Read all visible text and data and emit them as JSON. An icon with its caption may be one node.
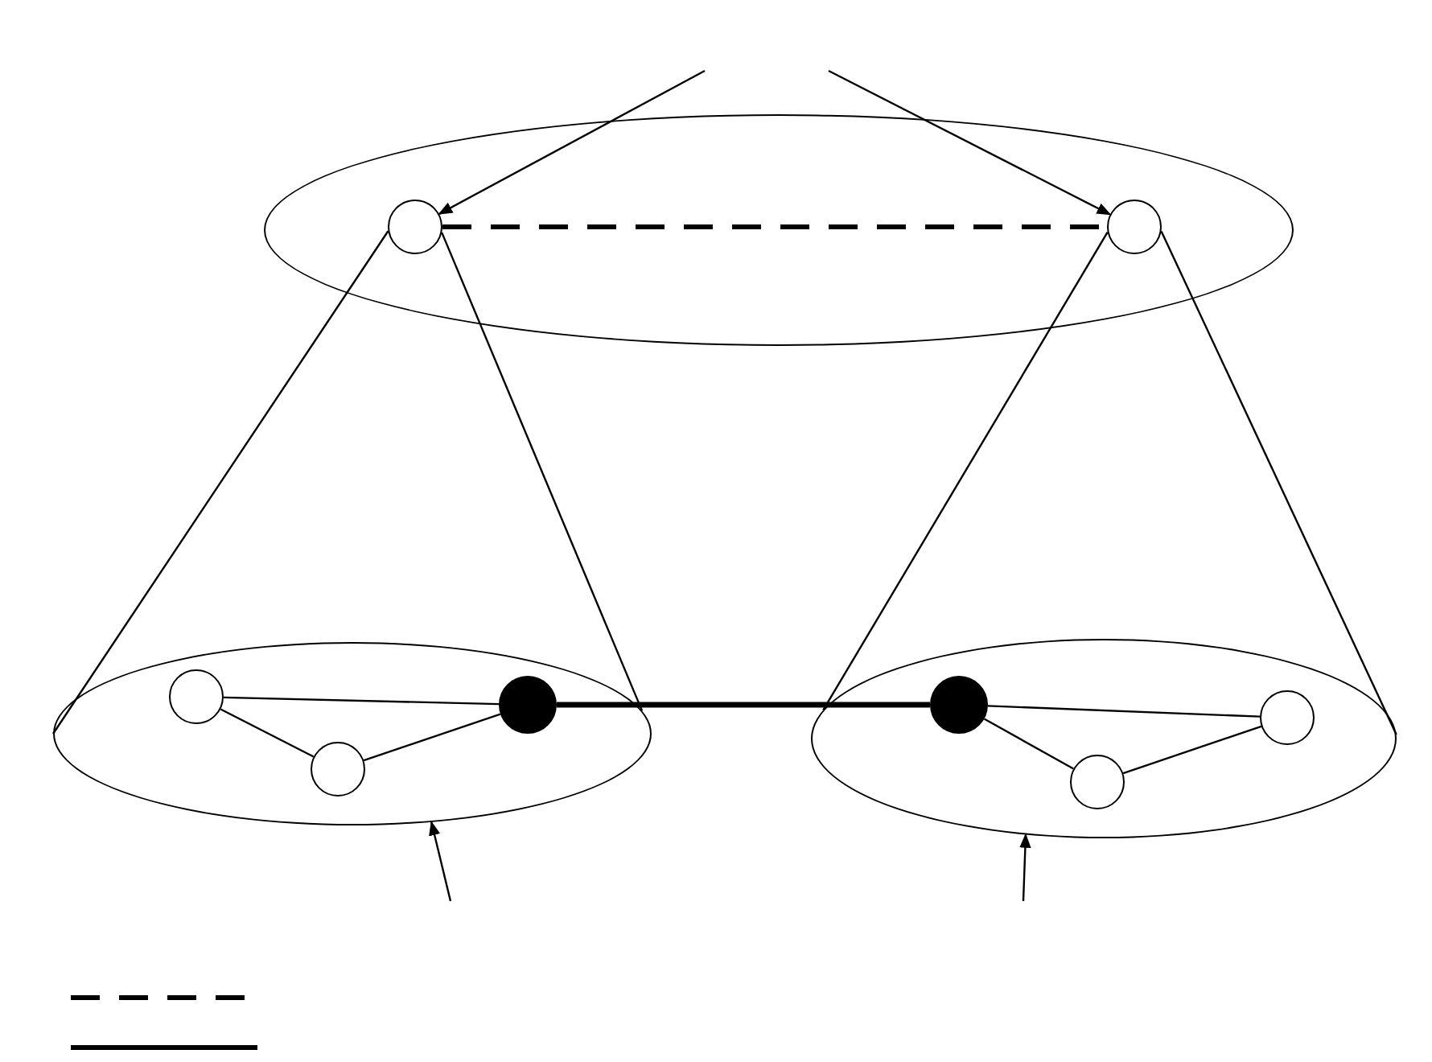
{
  "diagram": {
    "nodes": [
      {
        "text": [],
        "shape": "ellipse"
      },
      {
        "text": [],
        "shape": "circle",
        "in": 0
      },
      {
        "text": [],
        "shape": "circle",
        "in": 0
      },
      {
        "text": [],
        "shape": "ellipse"
      },
      {
        "text": [],
        "shape": "circle",
        "in": 3
      },
      {
        "text": [],
        "shape": "circle",
        "in": 3
      },
      {
        "text": [],
        "shape": "dot",
        "in": 3
      },
      {
        "text": [],
        "shape": "ellipse"
      },
      {
        "text": [],
        "shape": "dot",
        "in": 7
      },
      {
        "text": [],
        "shape": "circle",
        "in": 7
      },
      {
        "text": [],
        "shape": "circle",
        "in": 7
      }
    ],
    "edges": [
      {
        "from": 1,
        "to": 2,
        "arrow": "none",
        "style": "dashed"
      },
      {
        "from": 4,
        "to": 6,
        "arrow": "none"
      },
      {
        "from": 4,
        "to": 5,
        "arrow": "none"
      },
      {
        "from": 5,
        "to": 6,
        "arrow": "none"
      },
      {
        "from": 6,
        "to": 8,
        "arrow": "none",
        "style": "thick"
      },
      {
        "from": 8,
        "to": 10,
        "arrow": "none"
      },
      {
        "from": 8,
        "to": 9,
        "arrow": "none"
      },
      {
        "from": 9,
        "to": 10,
        "arrow": "none"
      },
      {
        "from": 1,
        "to": 3,
        "arrow": "none"
      },
      {
        "from": 1,
        "to": 3,
        "arrow": "none"
      },
      {
        "from": 2,
        "to": 7,
        "arrow": "none"
      },
      {
        "from": 2,
        "to": 7,
        "arrow": "none"
      },
      {
        "from": null,
        "to": 1,
        "arrow": "to"
      },
      {
        "from": null,
        "to": 2,
        "arrow": "to"
      },
      {
        "from": null,
        "to": 3,
        "arrow": "to"
      },
      {
        "from": null,
        "to": 7,
        "arrow": "to"
      }
    ]
  }
}
